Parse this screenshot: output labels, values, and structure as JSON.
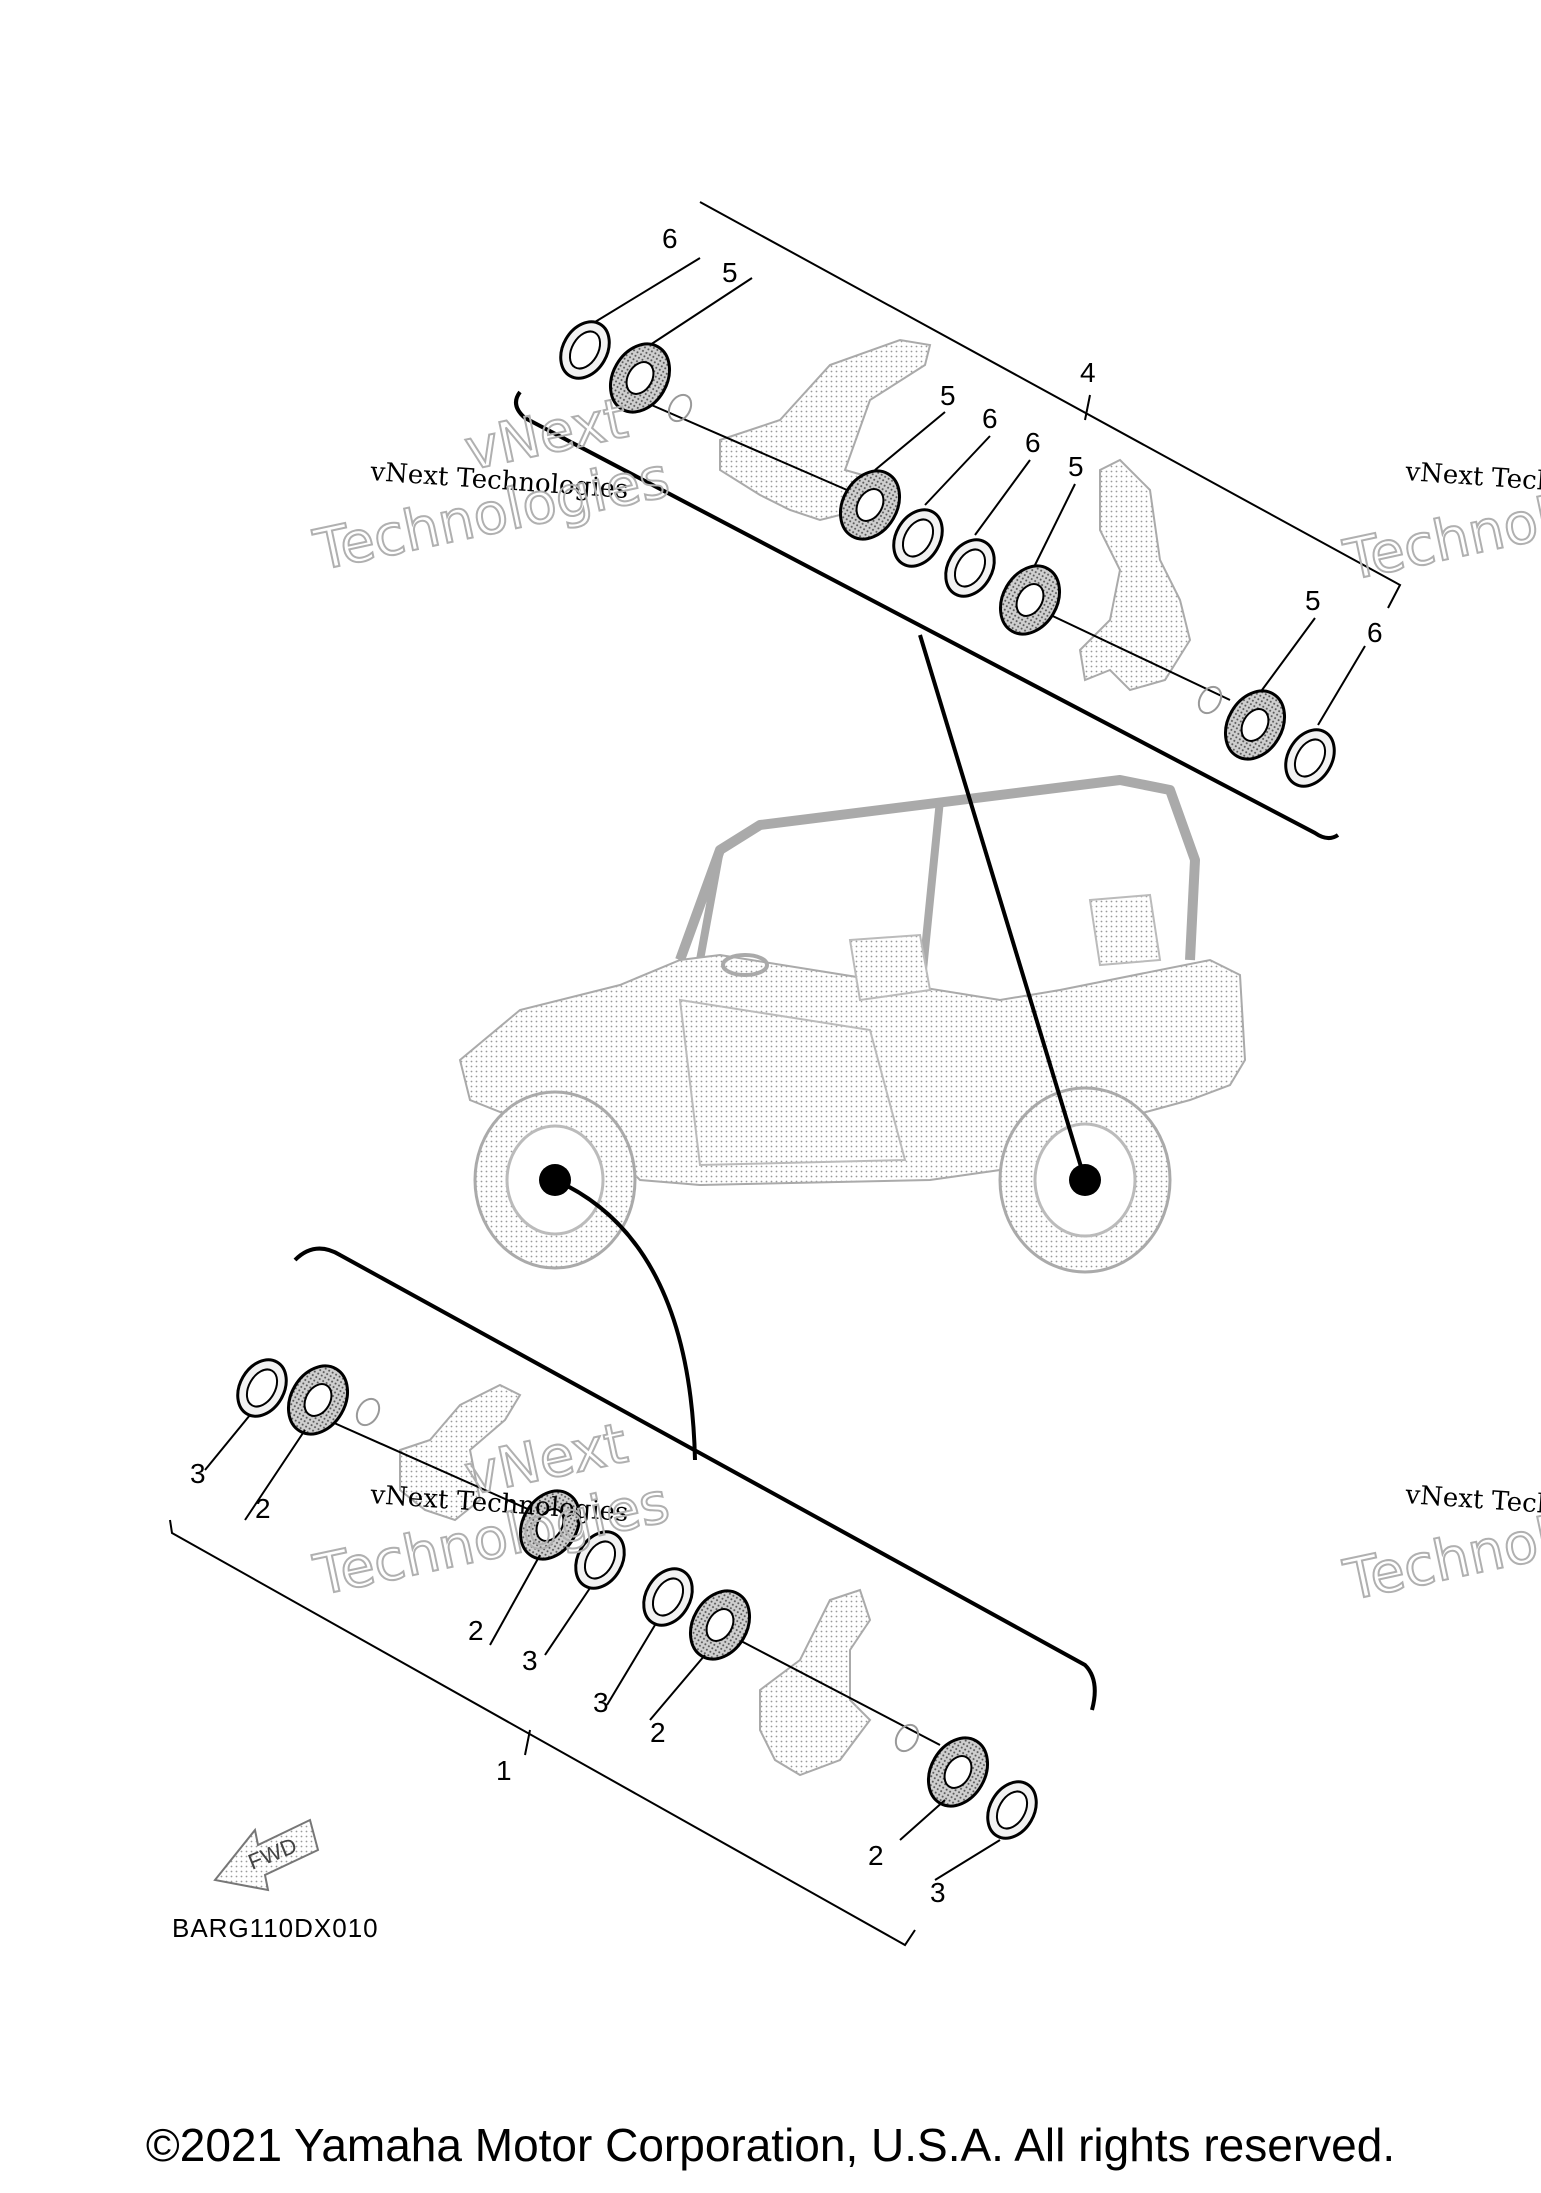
{
  "diagram_code": "BARG110DX010",
  "fwd_label": "FWD",
  "watermark": {
    "line": "vNext Technologies",
    "big_top": "vNext",
    "big_bottom": "Technologies"
  },
  "callouts": {
    "top": [
      "6",
      "5",
      "5",
      "6",
      "4",
      "6",
      "5",
      "5",
      "6"
    ],
    "bottom": [
      "3",
      "2",
      "2",
      "3",
      "3",
      "2",
      "1",
      "2",
      "3"
    ]
  },
  "copyright": "©2021 Yamaha Motor Corporation, U.S.A. All rights reserved."
}
